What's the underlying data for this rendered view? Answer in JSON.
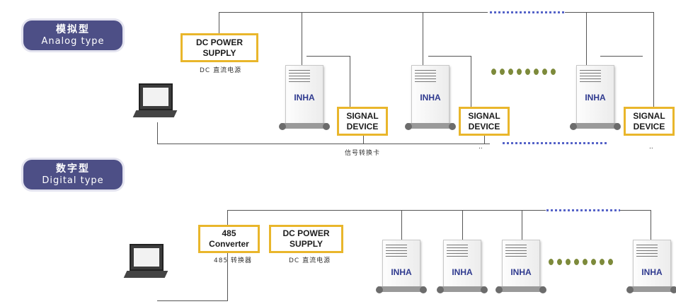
{
  "analog": {
    "badge_cn": "模拟型",
    "badge_en": "Analog type",
    "power_l1": "DC POWER",
    "power_l2": "SUPPLY",
    "power_caption": "DC 直流电源",
    "signal_l1": "SIGNAL",
    "signal_l2": "DEVICE",
    "signal_caption": "信号转换卡",
    "device_logo": "INHA",
    "ellipsis": ".."
  },
  "digital": {
    "badge_cn": "数字型",
    "badge_en": "Digital type",
    "conv_l1": "485",
    "conv_l2": "Converter",
    "conv_caption": "485 转换器",
    "power_l1": "DC POWER",
    "power_l2": "SUPPLY",
    "power_caption": "DC 直流电源",
    "device_logo": "INHA"
  },
  "colors": {
    "box_border": "#e9b62b",
    "badge": "#4d4f86",
    "dots": "#5563c8",
    "olive_dots": "#7d8a3b",
    "logo": "#2f3a8f"
  },
  "icons": [
    "laptop-icon",
    "mass-flow-controller-icon"
  ]
}
